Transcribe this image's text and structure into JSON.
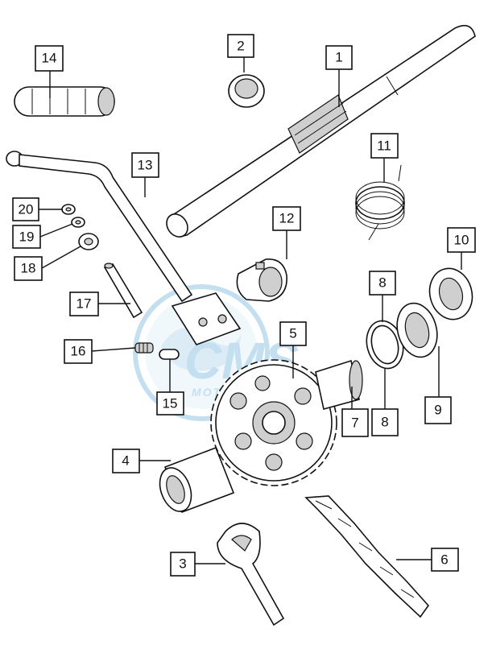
{
  "watermark": {
    "brand": "CMS",
    "sub": "MOTOR PARTS",
    "color": "#5aa7d6"
  },
  "callouts": [
    "1",
    "2",
    "3",
    "4",
    "5",
    "6",
    "7",
    "8",
    "8",
    "9",
    "10",
    "11",
    "12",
    "13",
    "14",
    "15",
    "16",
    "17",
    "18",
    "19",
    "20"
  ]
}
